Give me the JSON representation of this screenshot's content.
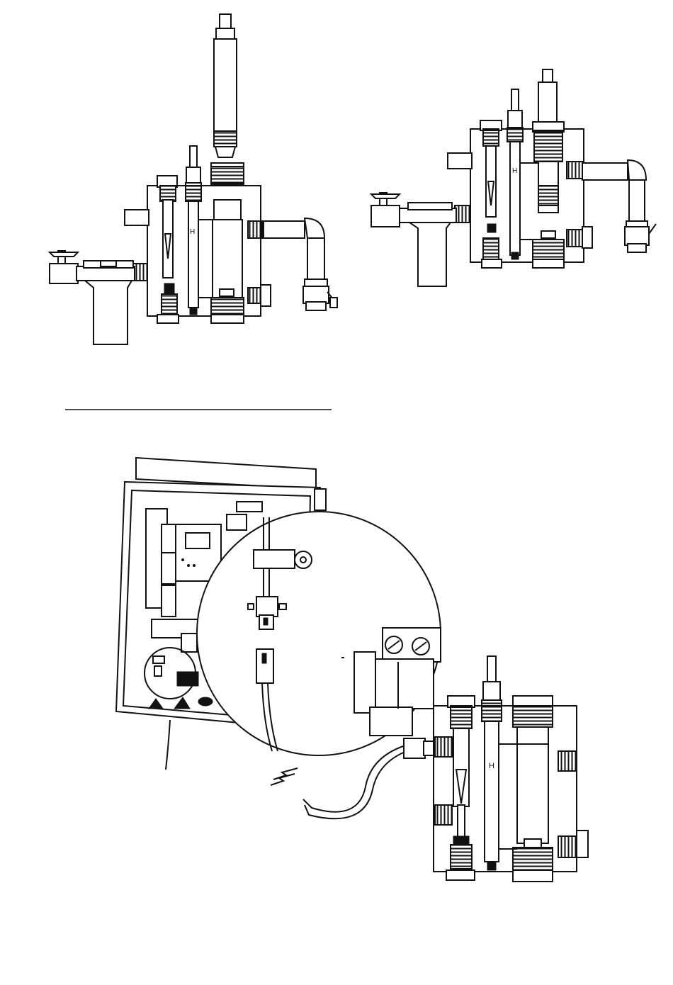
{
  "figure": {
    "panels": [
      {
        "id": "assembly-sensor-removed",
        "caption": ""
      },
      {
        "id": "assembly-sensor-installed",
        "caption": ""
      },
      {
        "id": "controller-cable-connection",
        "caption": ""
      }
    ],
    "icons": [
      "flow-cell-icon",
      "sensor-probe-icon",
      "ball-valve-icon",
      "filter-housing-icon",
      "controller-enclosure-icon",
      "connector-icon",
      "signal-cable-icon"
    ],
    "colors": {
      "line": "#111111",
      "background": "#ffffff"
    }
  }
}
